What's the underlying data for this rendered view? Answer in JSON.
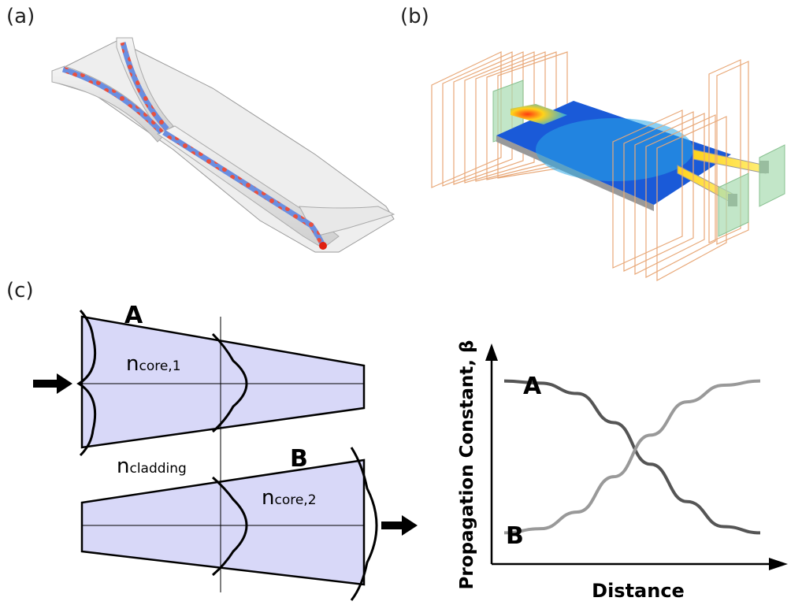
{
  "panels": {
    "a": {
      "label": "(a)"
    },
    "b": {
      "label": "(b)"
    },
    "c": {
      "label": "(c)"
    }
  },
  "taper_diagram": {
    "waveguide_a_label": "A",
    "waveguide_b_label": "B",
    "n_core_1": {
      "main": "n",
      "sub": "core,1"
    },
    "n_cladding": {
      "main": "n",
      "sub": "cladding"
    },
    "n_core_2": {
      "main": "n",
      "sub": "core,2"
    },
    "fill_color": "#d8d8f8"
  },
  "chart_data": {
    "type": "line",
    "xlabel": "Distance",
    "ylabel": "Propagation Constant, β",
    "x_ticks": [],
    "y_ticks": [],
    "series": [
      {
        "name": "A",
        "color": "#555555",
        "shape": "decreasing sigmoid",
        "values": [
          0.88,
          0.87,
          0.82,
          0.68,
          0.48,
          0.3,
          0.18,
          0.15
        ]
      },
      {
        "name": "B",
        "color": "#999999",
        "shape": "increasing sigmoid",
        "values": [
          0.15,
          0.17,
          0.25,
          0.42,
          0.62,
          0.78,
          0.86,
          0.88
        ]
      }
    ],
    "grid": false,
    "legend": "none"
  }
}
